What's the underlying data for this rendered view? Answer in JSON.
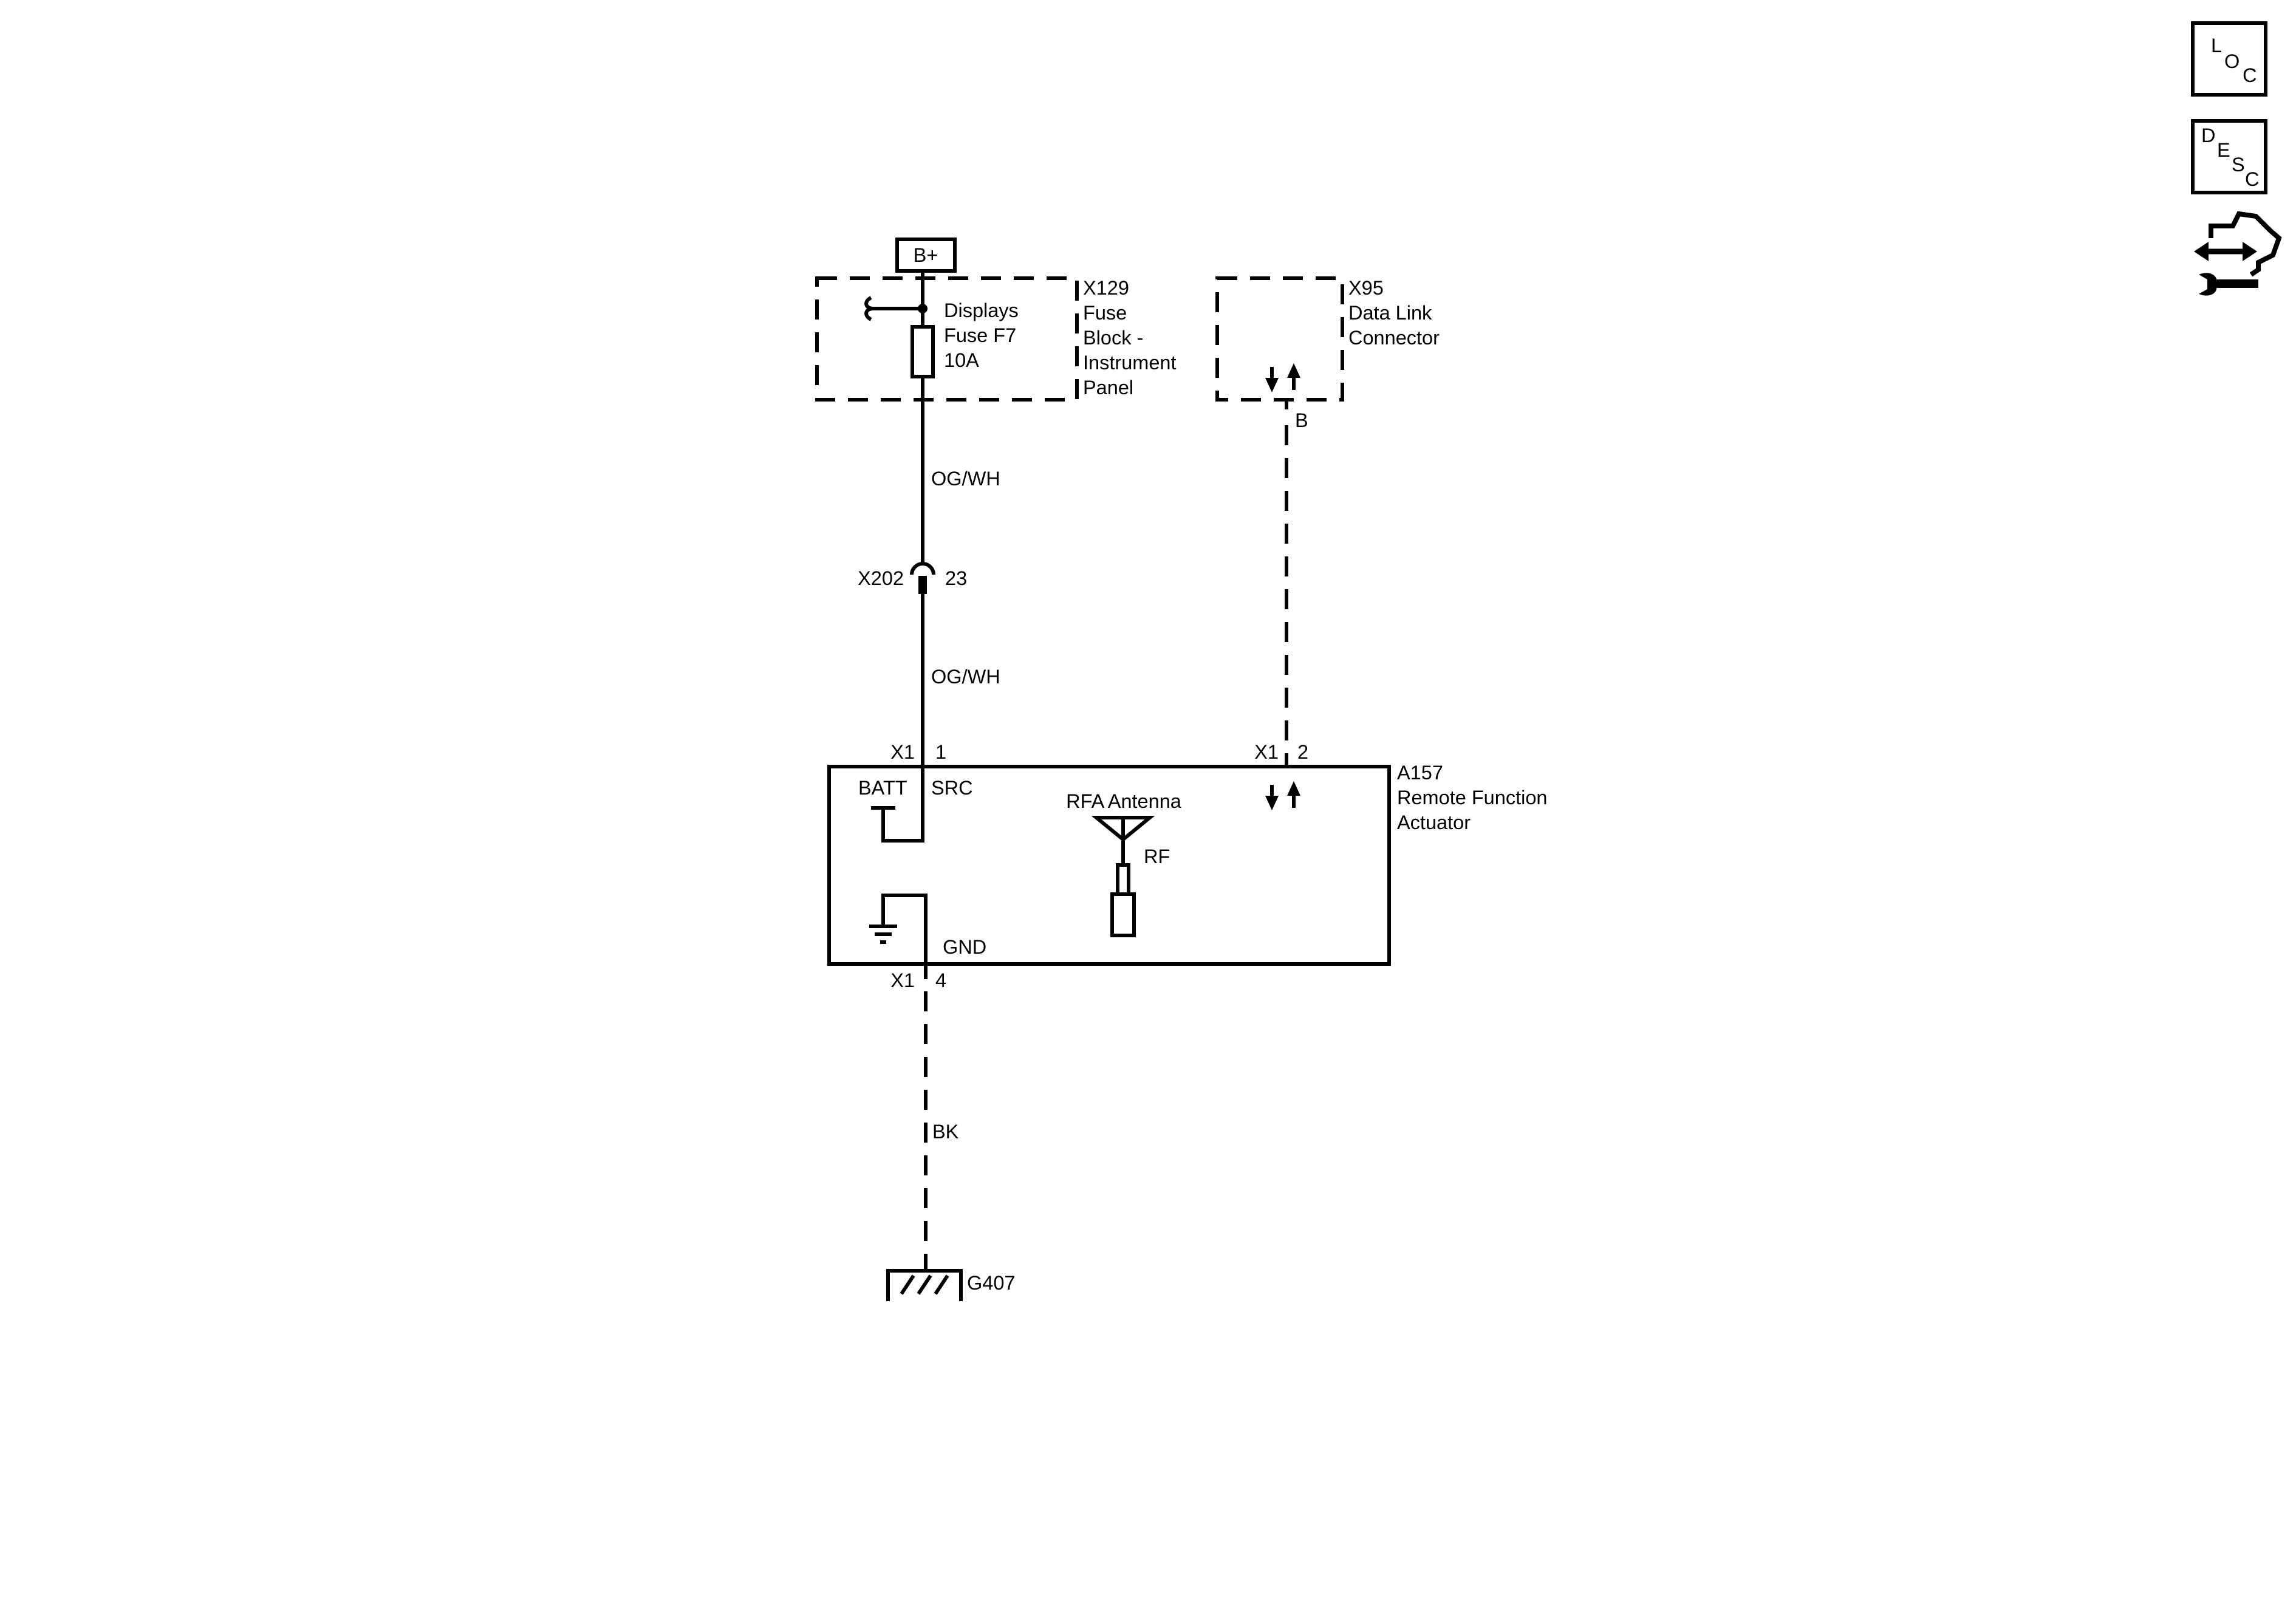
{
  "power": {
    "label": "B+"
  },
  "fuse_block": {
    "id": "X129",
    "name_lines": [
      "Fuse",
      "Block -",
      "Instrument",
      "Panel"
    ],
    "fuse_lines": [
      "Displays",
      "Fuse F7",
      "10A"
    ]
  },
  "dlc": {
    "id": "X95",
    "name_lines": [
      "Data Link",
      "Connector"
    ],
    "pin": "B"
  },
  "wires": {
    "upper_color": "OG/WH",
    "lower_color": "OG/WH",
    "ground_color": "BK"
  },
  "inline_connector": {
    "id": "X202",
    "pin": "23"
  },
  "module": {
    "id": "A157",
    "name_lines": [
      "Remote Function",
      "Actuator"
    ],
    "batt_label": "BATT",
    "src_label": "SRC",
    "gnd_label": "GND",
    "antenna_label": "RFA Antenna",
    "rf_label": "RF",
    "conn_batt": {
      "connector": "X1",
      "pin": "1"
    },
    "conn_data": {
      "connector": "X1",
      "pin": "2"
    },
    "conn_gnd": {
      "connector": "X1",
      "pin": "4"
    }
  },
  "ground": {
    "id": "G407"
  },
  "nav_icons": [
    {
      "icon": "loc-icon",
      "letters": [
        "L",
        "O",
        "C"
      ]
    },
    {
      "icon": "desc-icon",
      "letters": [
        "D",
        "E",
        "S",
        "C"
      ]
    },
    {
      "icon": "connector-views-icon"
    }
  ]
}
